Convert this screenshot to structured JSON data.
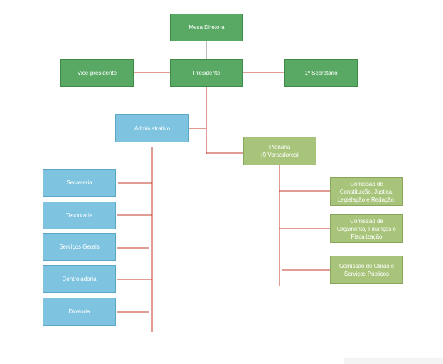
{
  "org": {
    "board": "Mesa Diretora",
    "president": "Presidente",
    "vice_president": "Vice-presidente",
    "first_secretary": "1º Secretário",
    "administrative": "Administrativo",
    "plenary": "Plenária\n(9 Vereadores)",
    "admin_units": [
      "Secretaria",
      "Tesouraria",
      "Serviços Gerais",
      "Controladoria",
      "Diretoria"
    ],
    "committees": [
      "Comissão de\nConstituição, Justiça,\nLegislação e Redação.",
      "Comissão de\nOrçamento, Finanças e\nFiscalização",
      "Comissão de Obras e\nServiços Públicos"
    ]
  },
  "colors": {
    "top_nodes": "#59a863",
    "admin_nodes": "#7ec3df",
    "plenary_nodes": "#a7c47a",
    "connector": "#c0392b",
    "board_connector": "#a6a6a6"
  }
}
